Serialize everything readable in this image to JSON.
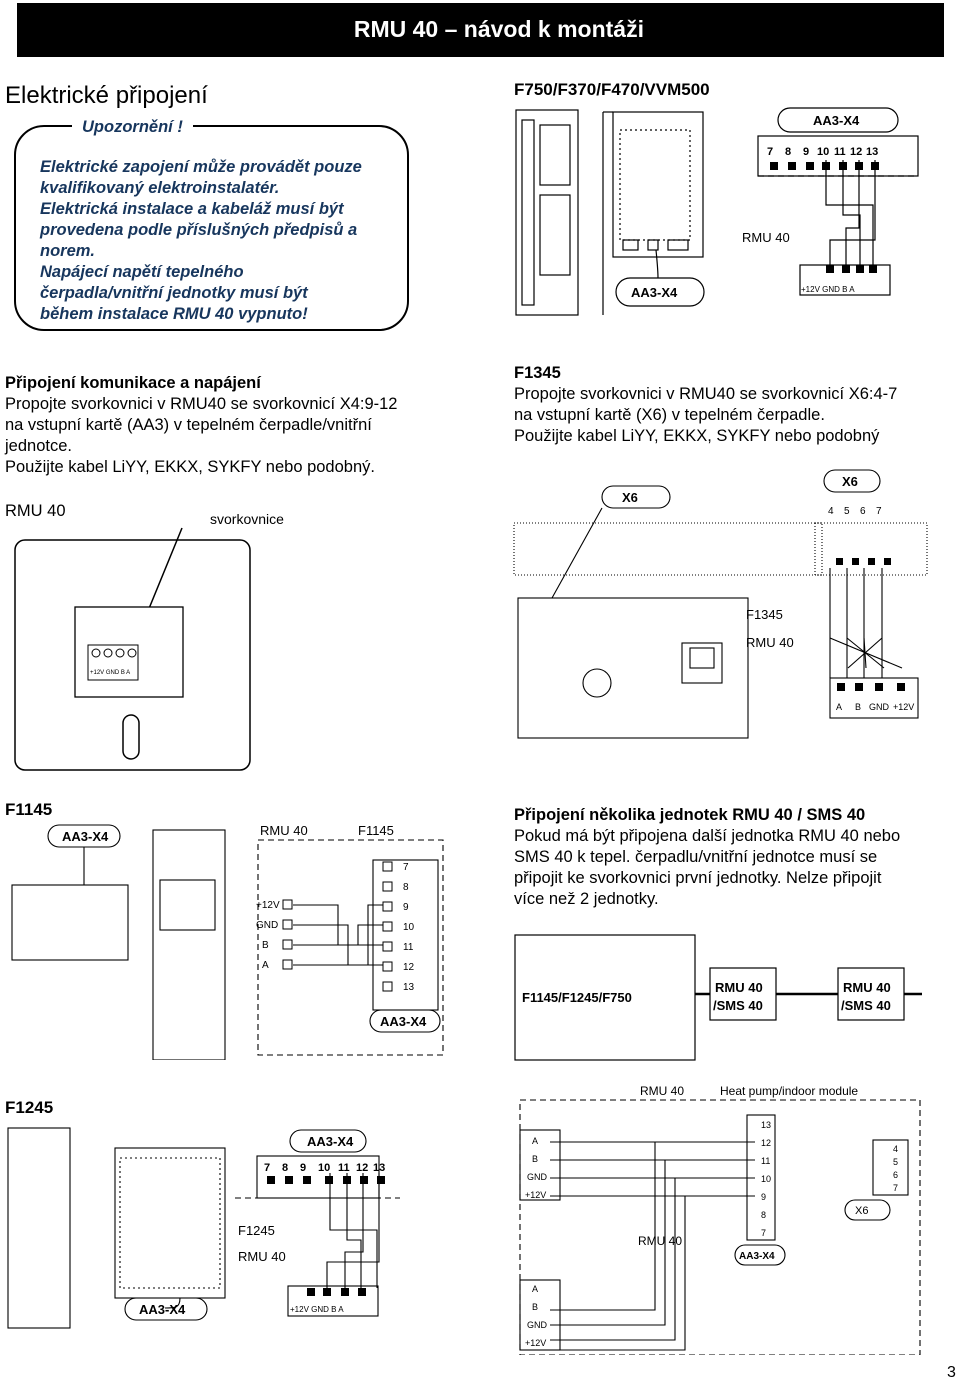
{
  "header": {
    "title": "RMU 40 – návod k montáži"
  },
  "section_title": "Elektrické připojení",
  "model_label": "F750/F370/F470/VVM500",
  "warning": {
    "label": "Upozornění !",
    "lines": [
      "Elektrické zapojení může provádět pouze",
      "kvalifikovaný elektroinstalatér.",
      "Elektrická instalace a kabeláž musí být",
      "provedena podle příslušných předpisů a",
      "norem.",
      "Napájecí napětí tepelného",
      "čerpadla/vnitřní jednotky musí být",
      "během instalace RMU 40  vypnuto!"
    ]
  },
  "comm": {
    "title": "Připojení komunikace a napájení",
    "lines": [
      "Propojte svorkovnici v RMU40 se svorkovnicí X4:9-12",
      "na vstupní kartě (AA3) v tepelném čerpadle/vnitřní",
      "jednotce.",
      "Použijte kabel LiYY, EKKX, SYKFY nebo podobný."
    ]
  },
  "f1345": {
    "title": "F1345",
    "lines": [
      "Propojte svorkovnici v RMU40 se svorkovnicí X6:4-7",
      "na vstupní kartě (X6) v tepelném čerpadle.",
      "Použijte kabel LiYY, EKKX, SYKFY nebo podobný"
    ]
  },
  "rmu_fig": {
    "label": "RMU 40",
    "callout": "svorkovnice",
    "terms": "+12V GND B A"
  },
  "f1145_label": "F1145",
  "multi": {
    "title": "Připojení několika jednotek RMU 40 / SMS 40",
    "lines": [
      "Pokud má být připojena další jednotka RMU 40 nebo",
      "SMS 40 k tepel. čerpadlu/vnitřní jednotce musí se",
      "připojit ke svorkovnici první jednotky. Nelze připojit",
      "více než 2 jednotky."
    ]
  },
  "f1245_label": "F1245",
  "page_number": "3",
  "diagram_labels": {
    "aa3x4": "AA3-X4",
    "rmu40": "RMU 40",
    "f1345": "F1345",
    "f1145": "F1145",
    "f1245": "F1245",
    "x6": "X6",
    "p12v": "+12V",
    "gnd": "GND",
    "b": "B",
    "a": "A",
    "hp_indoor": "Heat pump/indoor module",
    "f_models": "F1145/F1245/F750",
    "rmu_sms_1": "RMU 40",
    "rmu_sms_2": "/SMS 40",
    "t4": "4",
    "t5": "5",
    "t6": "6",
    "t7": "7",
    "t8": "8",
    "t9": "9",
    "t10": "10",
    "t11": "11",
    "t12": "12",
    "t13": "13"
  }
}
